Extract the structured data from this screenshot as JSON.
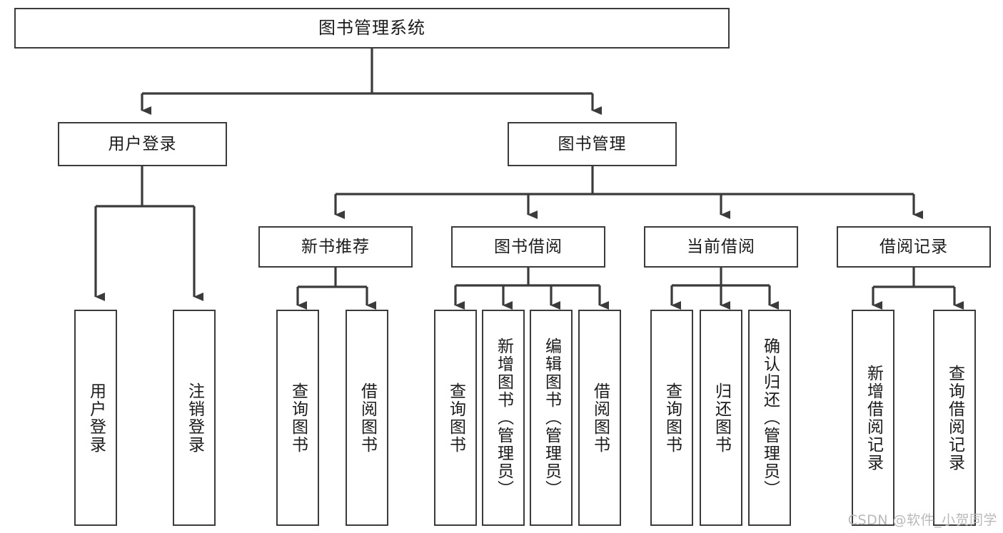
{
  "diagram": {
    "type": "tree",
    "title": "图书管理系统",
    "watermark": "CSDN @软件_小贺同学",
    "colors": {
      "border": "#3b3b3b",
      "background": "#ffffff",
      "text": "#1b1b1b",
      "connector": "#3b3b3b",
      "watermark": "#b9b9b9"
    },
    "nodes": {
      "root": {
        "label": "图书管理系统",
        "level": 0
      },
      "user_login": {
        "label": "用户登录",
        "level": 1
      },
      "book_mgmt": {
        "label": "图书管理",
        "level": 1
      },
      "new_book_rec": {
        "label": "新书推荐",
        "level": 2
      },
      "book_borrow": {
        "label": "图书借阅",
        "level": 2
      },
      "current_borrow": {
        "label": "当前借阅",
        "level": 2
      },
      "borrow_record": {
        "label": "借阅记录",
        "level": 2
      },
      "leaf_user_login": {
        "label": "用户登录",
        "level": 3
      },
      "leaf_logout": {
        "label": "注销登录",
        "level": 3
      },
      "leaf_query_book_1": {
        "label": "查询图书",
        "level": 3
      },
      "leaf_borrow_book_1": {
        "label": "借阅图书",
        "level": 3
      },
      "leaf_query_book_2": {
        "label": "查询图书",
        "level": 3
      },
      "leaf_add_book": {
        "label": "新增图书（管理员）",
        "level": 3
      },
      "leaf_edit_book": {
        "label": "编辑图书（管理员）",
        "level": 3
      },
      "leaf_borrow_book_2": {
        "label": "借阅图书",
        "level": 3
      },
      "leaf_query_book_3": {
        "label": "查询图书",
        "level": 3
      },
      "leaf_return_book": {
        "label": "归还图书",
        "level": 3
      },
      "leaf_confirm_return": {
        "label": "确认归还（管理员）",
        "level": 3
      },
      "leaf_add_record": {
        "label": "新增借阅记录",
        "level": 3
      },
      "leaf_query_record": {
        "label": "查询借阅记录",
        "level": 3
      }
    },
    "edges": [
      {
        "from": "root",
        "to": "user_login"
      },
      {
        "from": "root",
        "to": "book_mgmt"
      },
      {
        "from": "user_login",
        "to": "leaf_user_login"
      },
      {
        "from": "user_login",
        "to": "leaf_logout"
      },
      {
        "from": "book_mgmt",
        "to": "new_book_rec"
      },
      {
        "from": "book_mgmt",
        "to": "book_borrow"
      },
      {
        "from": "book_mgmt",
        "to": "current_borrow"
      },
      {
        "from": "book_mgmt",
        "to": "borrow_record"
      },
      {
        "from": "new_book_rec",
        "to": "leaf_query_book_1"
      },
      {
        "from": "new_book_rec",
        "to": "leaf_borrow_book_1"
      },
      {
        "from": "book_borrow",
        "to": "leaf_query_book_2"
      },
      {
        "from": "book_borrow",
        "to": "leaf_add_book"
      },
      {
        "from": "book_borrow",
        "to": "leaf_edit_book"
      },
      {
        "from": "book_borrow",
        "to": "leaf_borrow_book_2"
      },
      {
        "from": "current_borrow",
        "to": "leaf_query_book_3"
      },
      {
        "from": "current_borrow",
        "to": "leaf_return_book"
      },
      {
        "from": "current_borrow",
        "to": "leaf_confirm_return"
      },
      {
        "from": "borrow_record",
        "to": "leaf_add_record"
      },
      {
        "from": "borrow_record",
        "to": "leaf_query_record"
      }
    ]
  }
}
